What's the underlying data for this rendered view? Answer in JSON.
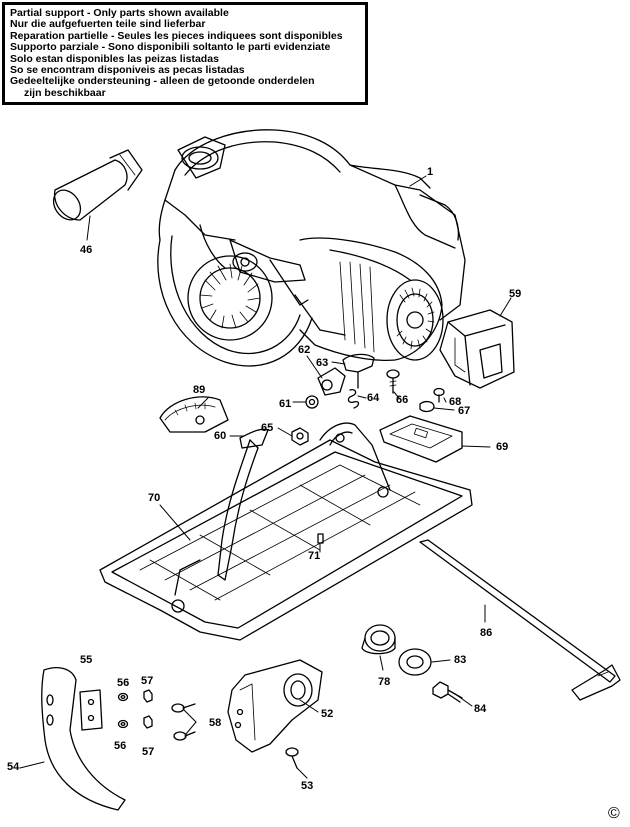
{
  "notice": {
    "lines": [
      "Partial support - Only parts shown available",
      "Nur die aufgefuerten teile sind lieferbar",
      "Reparation partielle - Seules les pieces indiquees sont disponibles",
      "Supporto parziale - Sono disponibili soltanto le parti evidenziate",
      "Solo estan disponibles las peizas listadas",
      "So se encontram disponiveis as pecas listadas",
      "Gedeeltelijke ondersteuning - alleen de getoonde onderdelen",
      "zijn beschikbaar"
    ]
  },
  "callouts": {
    "p1": "1",
    "p46": "46",
    "p59": "59",
    "p62": "62",
    "p63": "63",
    "p89": "89",
    "p61": "61",
    "p64": "64",
    "p66": "66",
    "p68": "68",
    "p67": "67",
    "p65": "65",
    "p60": "60",
    "p69": "69",
    "p70": "70",
    "p71": "71",
    "p86": "86",
    "p55": "55",
    "p56a": "56",
    "p57a": "57",
    "p56b": "56",
    "p57b": "57",
    "p58": "58",
    "p52": "52",
    "p78": "78",
    "p83": "83",
    "p84": "84",
    "p54": "54",
    "p53": "53"
  },
  "copyright": "©"
}
